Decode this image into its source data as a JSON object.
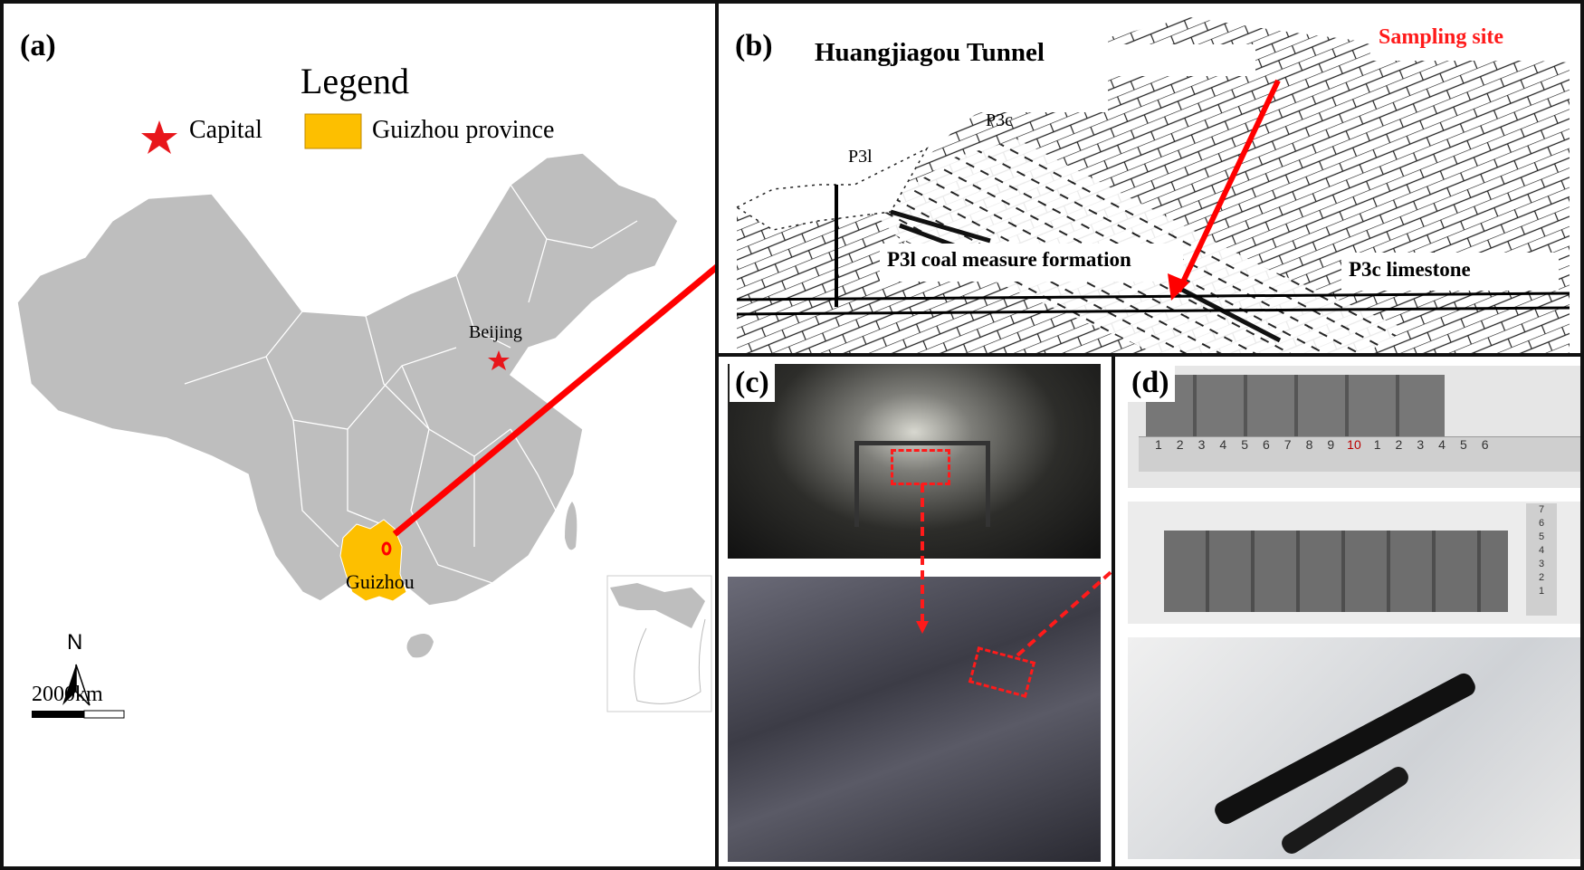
{
  "panel_a": {
    "label": "(a)",
    "legend_title": "Legend",
    "legend_items": [
      {
        "icon": "star-icon",
        "label": "Capital",
        "color": "#e8161b"
      },
      {
        "icon": "swatch-icon",
        "label": "Guizhou province",
        "color": "#fdbf00"
      }
    ],
    "capital_label": "Beijing",
    "province_label": "Guizhou",
    "north_label": "N",
    "scale_label": "2000km",
    "colors": {
      "land": "#bebebe",
      "province": "#fdbf00",
      "accent": "#ff0000"
    }
  },
  "panel_b": {
    "label": "(b)",
    "title": "Huangjiagou Tunnel",
    "sampling_label": "Sampling site",
    "formation_label": "P3l coal measure formation",
    "limestone_label": "P3c limestone",
    "strata_label_c": "P3c",
    "strata_label_l": "P3l"
  },
  "panel_c": {
    "label": "(c)"
  },
  "panel_d": {
    "label": "(d)",
    "ruler_numbers": [
      "1",
      "2",
      "3",
      "4",
      "5",
      "6",
      "7",
      "8",
      "9",
      "10",
      "1",
      "2",
      "3",
      "4",
      "5",
      "6"
    ],
    "ruler_vertical": [
      "1",
      "2",
      "3",
      "4",
      "5",
      "6",
      "7"
    ]
  }
}
